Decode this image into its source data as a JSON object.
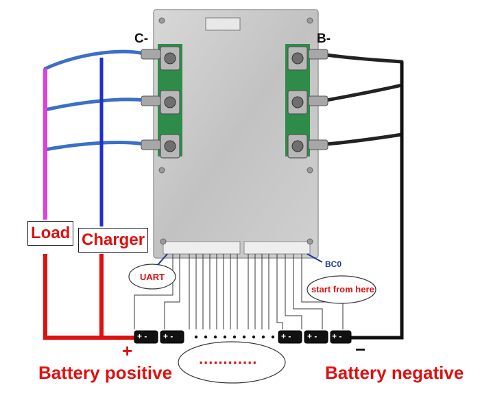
{
  "labels": {
    "c_minus": "C-",
    "b_minus": "B-",
    "load": "Load",
    "charger": "Charger",
    "uart": "UART",
    "bc0": "BC0",
    "start_from_here": "start from here",
    "plus_sign": "+",
    "minus_sign": "−",
    "battery_positive": "Battery positive",
    "battery_negative": "Battery negative",
    "dots": "............"
  },
  "cell_mark": "+ -",
  "colors": {
    "load_wire": "#e040e0",
    "charger_wire": "#1f2fd0",
    "positive_wire": "#e01010",
    "negative_wire": "#111111",
    "lug_wire": "#3b6fc8",
    "board": "#c9c9c9",
    "pcb": "#2e8b4a",
    "label_red": "#e01010"
  }
}
